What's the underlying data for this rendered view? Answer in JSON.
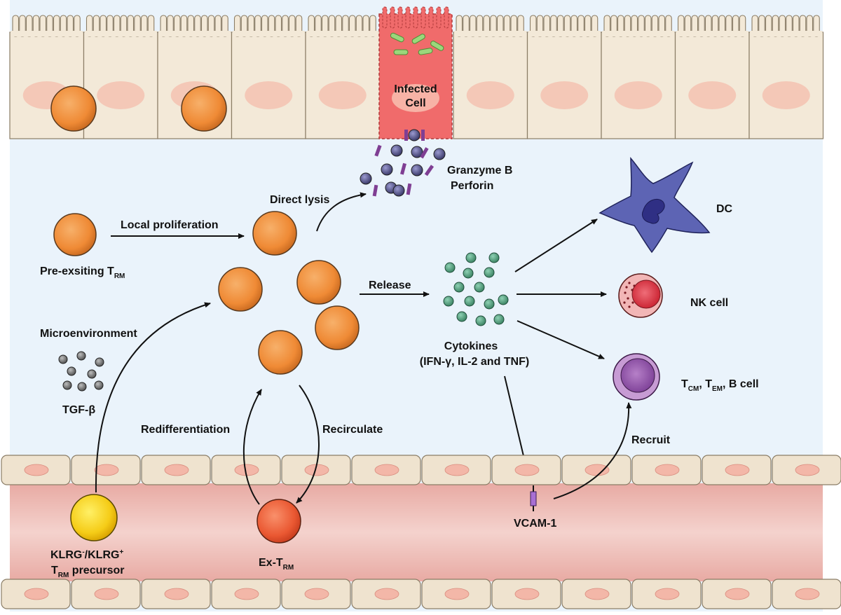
{
  "colors": {
    "tissue_bg": "#eaf3fb",
    "epithelial_cell": "#f3e9d8",
    "epithelial_border": "#8b7d66",
    "nucleus": "#f4c8b7",
    "infected_cell": "#f06b6b",
    "bacteria": "#9bd77b",
    "trm_cell": "#f08d3a",
    "precursor_cell": "#f5cc17",
    "ex_trm_cell": "#ea5832",
    "granule": "#4b4a7d",
    "perforin_bar": "#7f3e93",
    "cytokine": "#4f9a79",
    "tgf_beta": "#6c6c6c",
    "dc": "#5d64b4",
    "nk_cell": "#d93b49",
    "memory_b_cell": "#8b4ba3",
    "vessel": "#f0c4bd",
    "vcam": "#a86fd3"
  },
  "labels": {
    "infected_cell_line1": "Infected",
    "infected_cell_line2": "Cell",
    "granzyme_b": "Granzyme B",
    "perforin": "Perforin",
    "direct_lysis": "Direct lysis",
    "local_proliferation": "Local proliferation",
    "pre_existing_trm": "Pre-exsiting T",
    "pre_existing_trm_sub": "RM",
    "release": "Release",
    "cytokines_title": "Cytokines",
    "cytokines_list": "(IFN-γ, IL-2 and TNF)",
    "microenvironment": "Microenvironment",
    "tgf_beta": "TGF-β",
    "redifferentiation": "Redifferentiation",
    "recirculate": "Recirculate",
    "recruit": "Recruit",
    "dc": "DC",
    "nk_cell": "NK cell",
    "memory_cells": {
      "t1": "T",
      "t1_sub": "CM",
      "sep1": ", T",
      "t2_sub": "EM",
      "rest": ", B cell"
    },
    "vcam": "VCAM-1",
    "precursor": {
      "klrg1": "KLRG",
      "minus": "-",
      "slash": "/KLRG",
      "plus": "+",
      "t": "T",
      "rm": "RM",
      "precursor_word": " precursor"
    },
    "ex_trm": "Ex-T",
    "ex_trm_sub": "RM"
  }
}
